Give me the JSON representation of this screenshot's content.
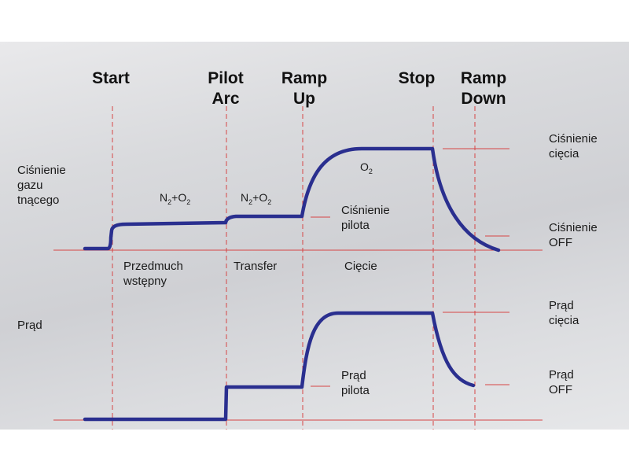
{
  "phases": {
    "start": "Start",
    "pilot_arc_1": "Pilot",
    "pilot_arc_2": "Arc",
    "ramp_up_1": "Ramp",
    "ramp_up_2": "Up",
    "stop": "Stop",
    "ramp_down_1": "Ramp",
    "ramp_down_2": "Down"
  },
  "left_labels": {
    "gas_line1": "Ciśnienie",
    "gas_line2": "gazu",
    "gas_line3": "tnącego",
    "current": "Prąd"
  },
  "gas_labels": {
    "preflow": {
      "a": "N",
      "a_sub": "2",
      "plus": "+O",
      "b_sub": "2"
    },
    "transfer": {
      "a": "N",
      "a_sub": "2",
      "plus": "+O",
      "b_sub": "2"
    },
    "cutting": {
      "a": "O",
      "a_sub": "2"
    }
  },
  "stage_labels": {
    "preflow_1": "Przedmuch",
    "preflow_2": "wstępny",
    "transfer": "Transfer",
    "cutting": "Cięcie"
  },
  "level_labels": {
    "pilot_pressure_1": "Ciśnienie",
    "pilot_pressure_2": "pilota",
    "cut_pressure_1": "Ciśnienie",
    "cut_pressure_2": "cięcia",
    "pressure_off_1": "Ciśnienie",
    "pressure_off_2": "OFF",
    "cut_current_1": "Prąd",
    "cut_current_2": "cięcia",
    "pilot_current_1": "Prąd",
    "pilot_current_2": "pilota",
    "current_off_1": "Prąd",
    "current_off_2": "OFF"
  },
  "colors": {
    "curve": "#2a2f8f",
    "guides": "#d64545"
  }
}
